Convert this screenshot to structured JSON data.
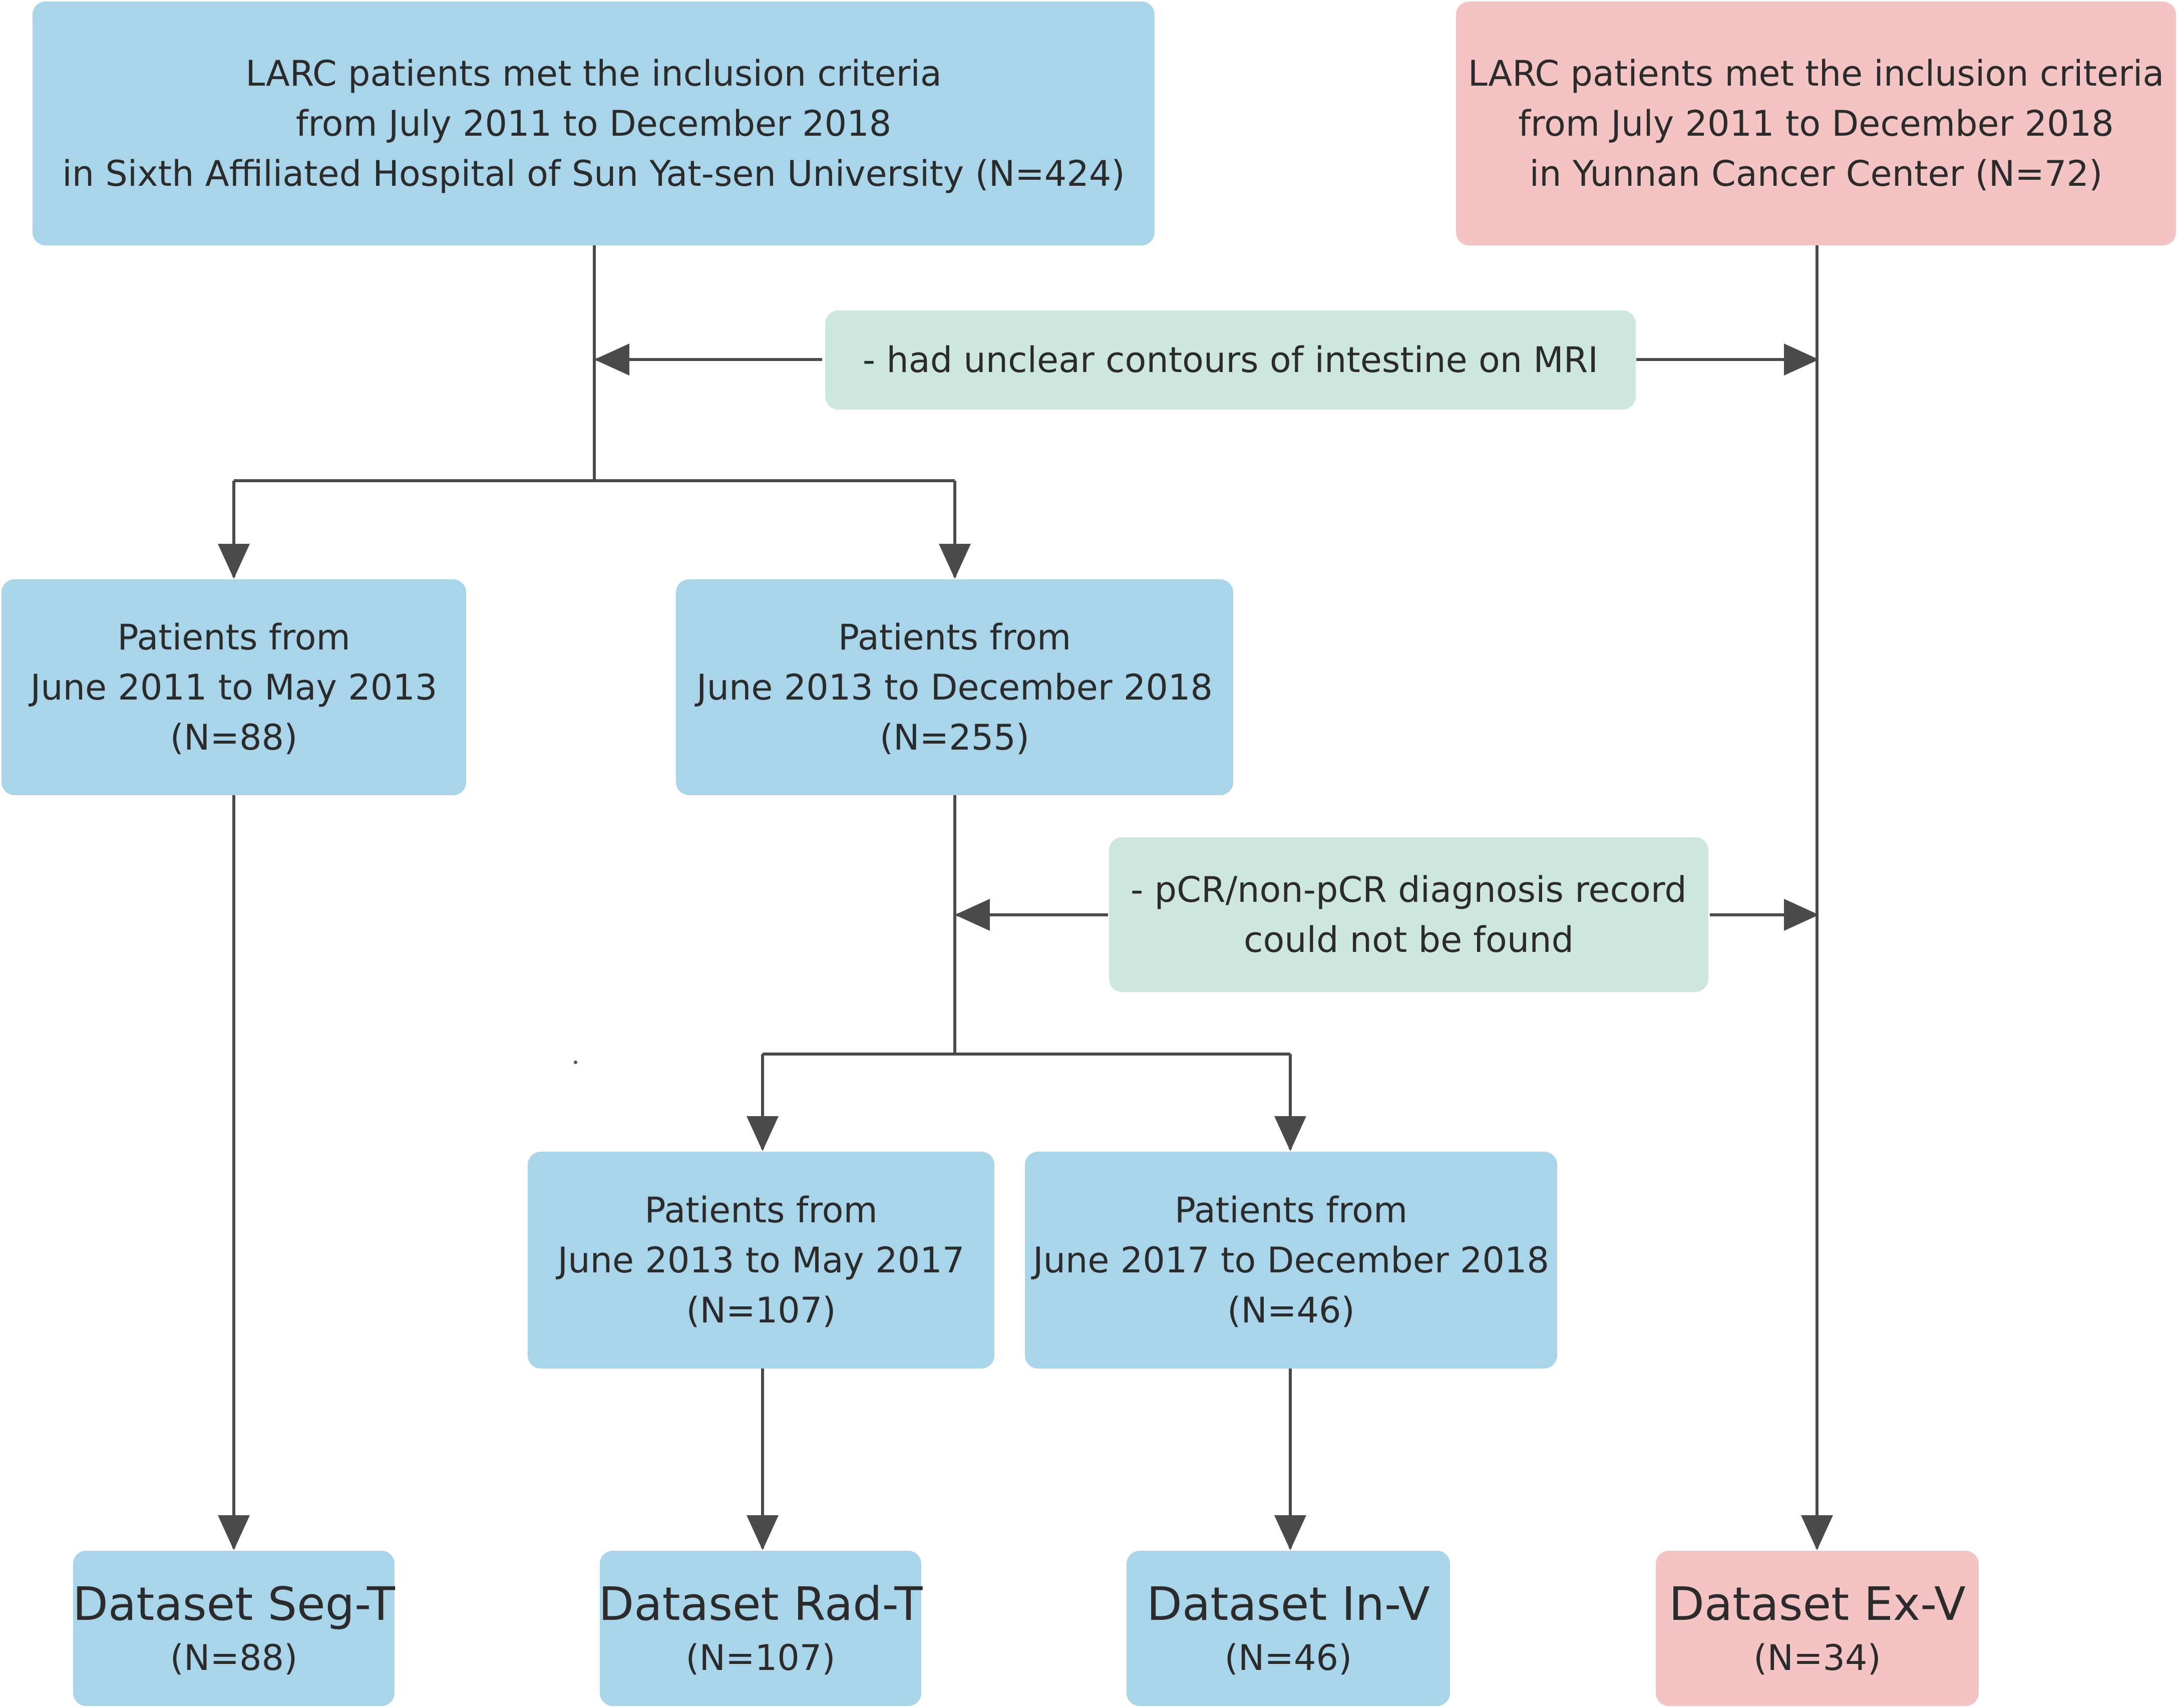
{
  "boxes": {
    "top_left": {
      "lines": [
        "LARC patients met the inclusion criteria",
        "from July 2011 to December 2018",
        "in Sixth Affiliated Hospital of Sun Yat-sen University (N=424)"
      ]
    },
    "top_right": {
      "lines": [
        "LARC patients met the inclusion criteria",
        "from July 2011 to December 2018",
        "in Yunnan Cancer Center (N=72)"
      ]
    },
    "exclusion_1": {
      "lines": [
        "- had unclear contours of intestine on MRI"
      ]
    },
    "seg_period": {
      "lines": [
        "Patients from",
        "June 2011 to May 2013",
        "(N=88)"
      ]
    },
    "rad_in_period": {
      "lines": [
        "Patients from",
        "June 2013 to December 2018",
        "(N=255)"
      ]
    },
    "exclusion_2": {
      "lines": [
        "- pCR/non-pCR diagnosis record",
        "could not be found"
      ]
    },
    "rad_period": {
      "lines": [
        "Patients from",
        "June 2013 to May 2017",
        "(N=107)"
      ]
    },
    "in_period": {
      "lines": [
        "Patients from",
        "June 2017 to December 2018",
        "(N=46)"
      ]
    },
    "dataset_seg_t": {
      "title": "Dataset Seg-T",
      "count": "(N=88)"
    },
    "dataset_rad_t": {
      "title": "Dataset Rad-T",
      "count": "(N=107)"
    },
    "dataset_in_v": {
      "title": "Dataset In-V",
      "count": "(N=46)"
    },
    "dataset_ex_v": {
      "title": "Dataset Ex-V",
      "count": "(N=34)"
    }
  },
  "colors": {
    "internal_box": "#a9d5eb",
    "external_box": "#f4c4c4",
    "exclusion_box": "#cde6de",
    "connector": "#4a4a4a"
  }
}
